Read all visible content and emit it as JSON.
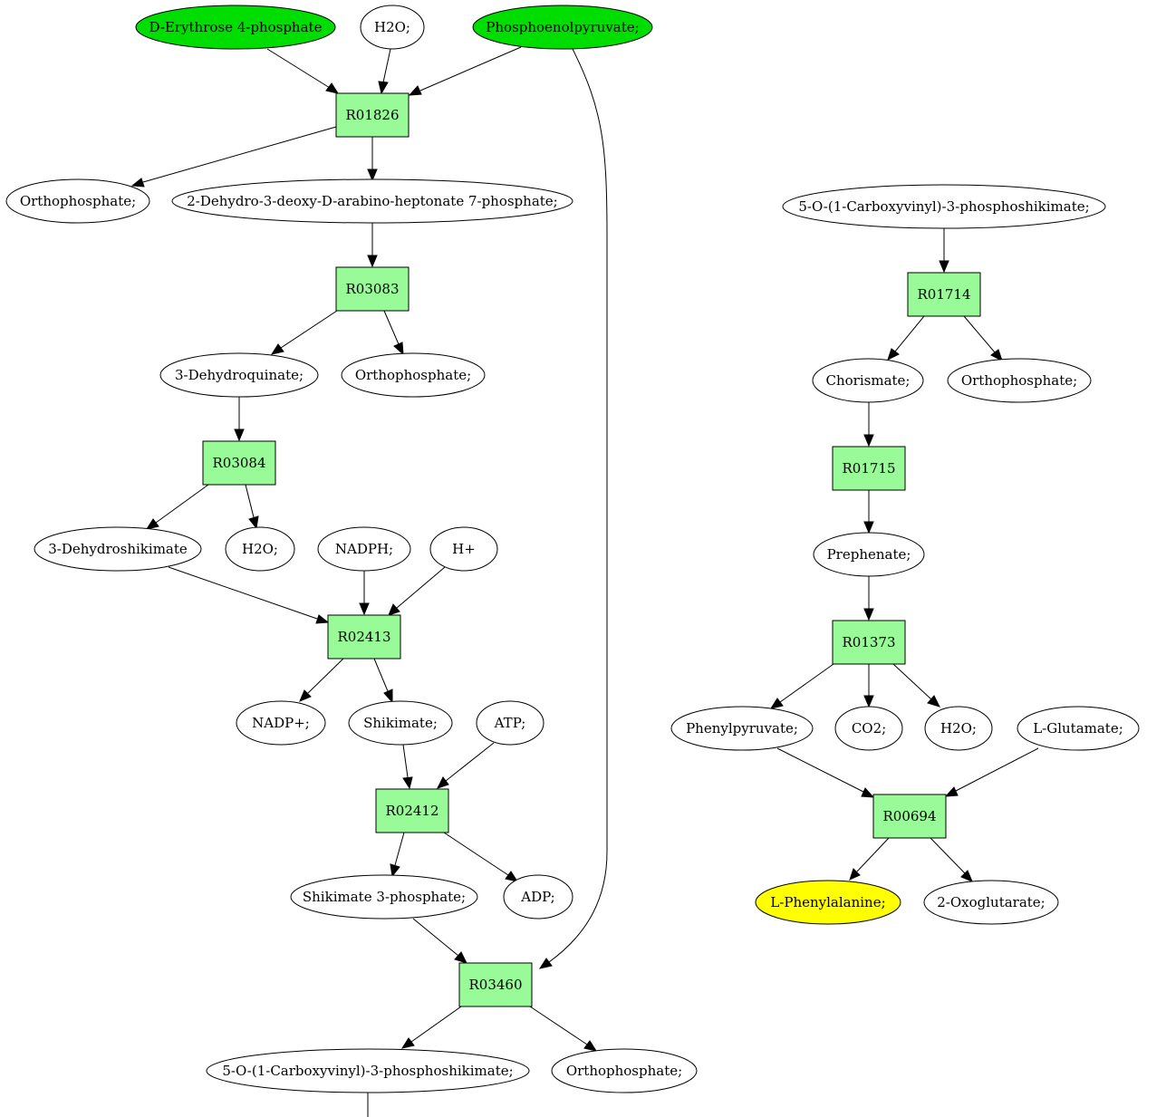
{
  "colors": {
    "reaction_fill": "#98fb98",
    "start_compound_fill": "#00dd00",
    "target_compound_fill": "#ffff00",
    "compound_fill": "#ffffff",
    "stroke": "#000000"
  },
  "nodes": {
    "erythrose": "D-Erythrose 4-phosphate",
    "h2o_a": "H2O;",
    "pep": "Phosphoenolpyruvate;",
    "r01826": "R01826",
    "orthophosphate_a": "Orthophosphate;",
    "dahp": "2-Dehydro-3-deoxy-D-arabino-heptonate 7-phosphate;",
    "r03083": "R03083",
    "dehydroquinate": "3-Dehydroquinate;",
    "orthophosphate_b": "Orthophosphate;",
    "r03084": "R03084",
    "dehydroshikimate": "3-Dehydroshikimate",
    "h2o_b": "H2O;",
    "nadph": "NADPH;",
    "hplus": "H+",
    "r02413": "R02413",
    "nadp": "NADP+;",
    "shikimate": "Shikimate;",
    "atp": "ATP;",
    "r02412": "R02412",
    "shikimate3p": "Shikimate 3-phosphate;",
    "adp": "ADP;",
    "r03460": "R03460",
    "epsp_a": "5-O-(1-Carboxyvinyl)-3-phosphoshikimate;",
    "orthophosphate_c": "Orthophosphate;",
    "epsp_b": "5-O-(1-Carboxyvinyl)-3-phosphoshikimate;",
    "r01714": "R01714",
    "chorismate": "Chorismate;",
    "orthophosphate_d": "Orthophosphate;",
    "r01715": "R01715",
    "prephenate": "Prephenate;",
    "r01373": "R01373",
    "phenylpyruvate": "Phenylpyruvate;",
    "co2": "CO2;",
    "h2o_c": "H2O;",
    "glutamate": "L-Glutamate;",
    "r00694": "R00694",
    "phenylalanine": "L-Phenylalanine;",
    "oxoglutarate": "2-Oxoglutarate;"
  }
}
